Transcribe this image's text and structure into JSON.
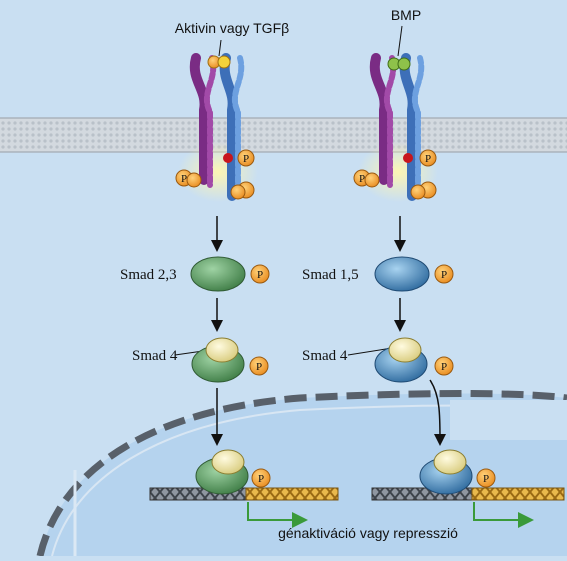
{
  "labels": {
    "ligand_left": "Aktivin vagy TGFβ",
    "ligand_right": "BMP",
    "smad_left": "Smad 2,3",
    "smad_right": "Smad 1,5",
    "smad4_left": "Smad 4",
    "smad4_right": "Smad 4",
    "phospho": "P",
    "outcome": "génaktiváció vagy represszió"
  },
  "colors": {
    "background": "#c9dff2",
    "membrane": "#cfd6dd",
    "nucleus": "#b4d2ee",
    "receptor_purple": "#7a2c84",
    "receptor_blue": "#3d6fb8",
    "ligand_yellow": "#f3d23a",
    "ligand_green": "#8ec24a",
    "smad_green": "#5e9e63",
    "smad_blue": "#4a8cc0",
    "smad4_cream": "#f2eab0",
    "phospho_orange": "#f2a33a",
    "gene_arrow": "#3a9a3a"
  }
}
